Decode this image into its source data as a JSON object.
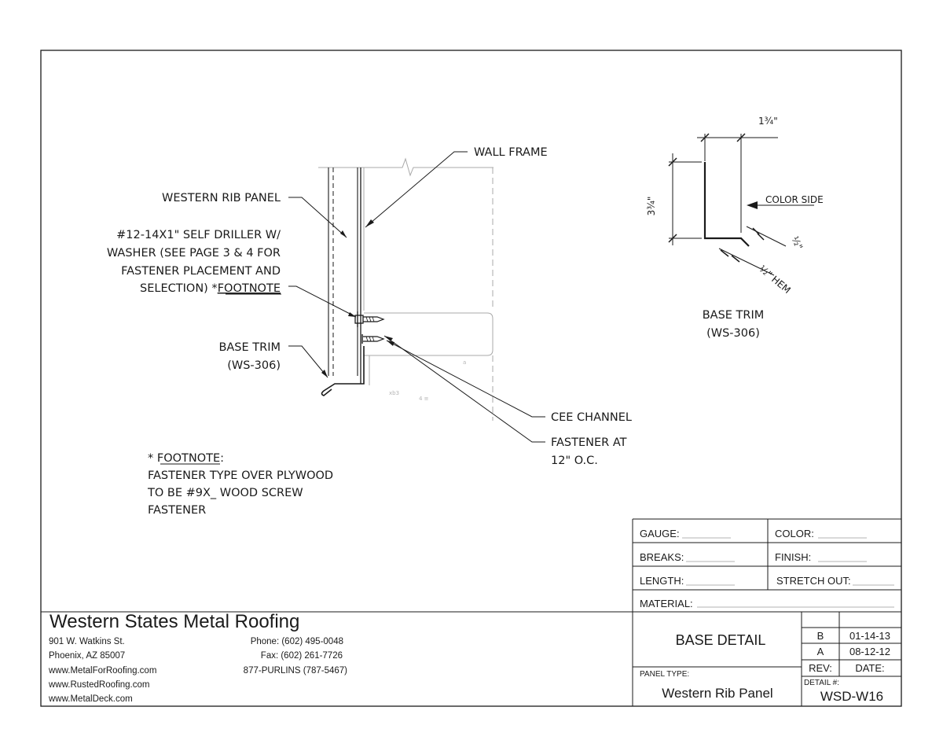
{
  "drawing": {
    "labels": {
      "wall_frame": "WALL FRAME",
      "western_rib_panel": "WESTERN RIB PANEL",
      "fastener_lines": [
        "#12-14X1\" SELF DRILLER W/",
        "WASHER (SEE PAGE 3 & 4 FOR",
        "FASTENER PLACEMENT AND"
      ],
      "fastener_last": "SELECTION) *",
      "fastener_footnote_link": "FOOTNOTE",
      "base_trim": "BASE TRIM",
      "base_trim_code": "(WS-306)",
      "cee_channel": "CEE CHANNEL",
      "fastener_at": "FASTENER AT",
      "fastener_spacing": "12\" O.C."
    },
    "footnote": {
      "title": "* FOOTNOTE:",
      "lines": [
        "FASTENER TYPE OVER PLYWOOD",
        "TO BE #9X_ WOOD SCREW",
        "FASTENER"
      ]
    },
    "trim_profile": {
      "width_dim": "1¾\"",
      "height_dim": "3¾\"",
      "color_side": "COLOR SIDE",
      "return_dim": "½\"",
      "hem_dim": "½\" HEM",
      "title": "BASE TRIM",
      "code": "(WS-306)"
    }
  },
  "spec_box": {
    "gauge": "GAUGE:",
    "color": "COLOR:",
    "breaks": "BREAKS:",
    "finish": "FINISH:",
    "length": "LENGTH:",
    "stretch_out": "STRETCH OUT:",
    "material": "MATERIAL:"
  },
  "company": {
    "name": "Western States Metal Roofing",
    "address1": "901 W. Watkins St.",
    "address2": "Phoenix, AZ 85007",
    "web1": "www.MetalForRoofing.com",
    "web2": "www.RustedRoofing.com",
    "web3": "www.MetalDeck.com",
    "phone": "Phone: (602) 495-0048",
    "fax": "Fax: (602) 261-7726",
    "tollfree": "877-PURLINS (787-5467)"
  },
  "title_block": {
    "title": "BASE DETAIL",
    "panel_type_label": "PANEL TYPE:",
    "panel_type": "Western Rib Panel",
    "revisions": [
      {
        "rev": "B",
        "date": "01-14-13"
      },
      {
        "rev": "A",
        "date": "08-12-12"
      }
    ],
    "rev_header": "REV:",
    "date_header": "DATE:",
    "detail_label": "DETAIL #:",
    "detail_number": "WSD-W16"
  }
}
